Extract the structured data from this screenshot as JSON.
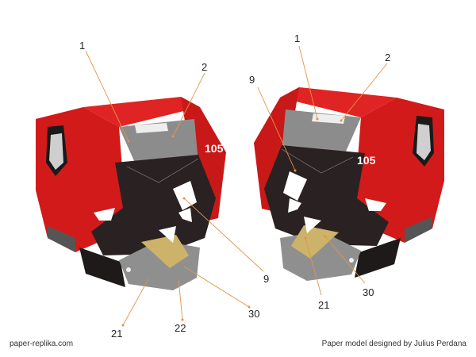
{
  "footer": {
    "left": "paper-replika.com",
    "right": "Paper model designed by Julius Perdana"
  },
  "decal_text": "105",
  "colors": {
    "red": "#d21a1a",
    "black": "#2a2222",
    "gray": "#8a8a8a",
    "gold": "#cdb36a",
    "leader": "#e0954a"
  },
  "left_view": {
    "labels": [
      "1",
      "2",
      "9",
      "21",
      "22",
      "30"
    ]
  },
  "right_view": {
    "labels": [
      "1",
      "2",
      "9",
      "21",
      "30"
    ]
  }
}
